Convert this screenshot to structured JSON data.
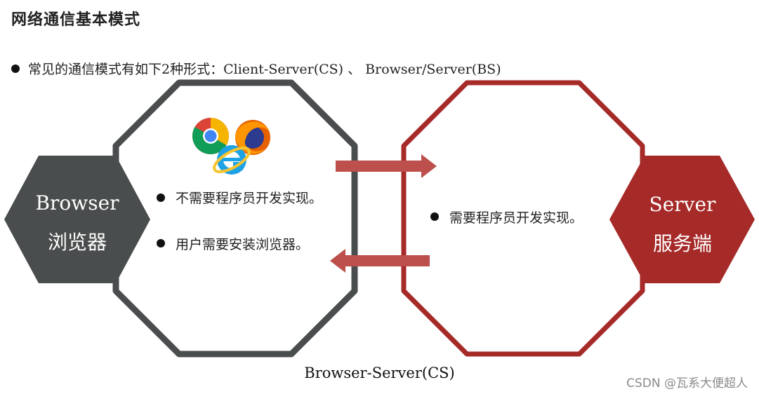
{
  "heading": "网络通信基本模式",
  "intro": "常见的通信模式有如下2种形式：Client-Server(CS) 、 Browser/Server(BS)",
  "left_node": {
    "title": "Browser",
    "subtitle": "浏览器",
    "bullets": [
      "不需要程序员开发实现。",
      "用户需要安装浏览器。"
    ],
    "color": "#4a4d4d"
  },
  "right_node": {
    "title": "Server",
    "subtitle": "服务端",
    "bullets": [
      "需要程序员开发实现。"
    ],
    "color": "#a52a28"
  },
  "arrow_color": "#bd4f4c",
  "icons": [
    "chrome-icon",
    "firefox-icon",
    "internet-explorer-icon"
  ],
  "caption": "Browser-Server(CS)",
  "watermark": "CSDN @瓦系大便超人"
}
